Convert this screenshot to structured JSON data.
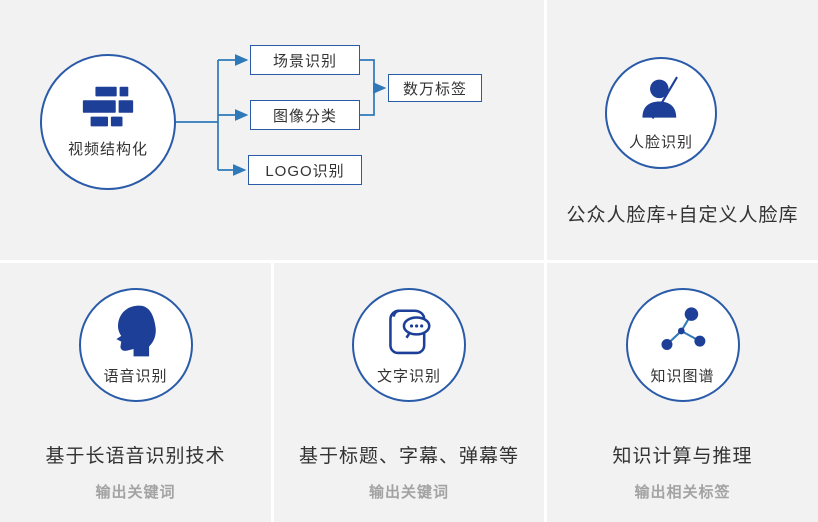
{
  "video_structuring": {
    "label": "视频结构化",
    "branches": [
      "场景识别",
      "图像分类",
      "LOGO识别"
    ],
    "output": "数万标签"
  },
  "face_recognition": {
    "label": "人脸识别",
    "description": "公众人脸库+自定义人脸库"
  },
  "speech_recognition": {
    "label": "语音识别",
    "description": "基于长语音识别技术",
    "note": "输出关键词"
  },
  "text_recognition": {
    "label": "文字识别",
    "description": "基于标题、字幕、弹幕等",
    "note": "输出关键词"
  },
  "knowledge_graph": {
    "label": "知识图谱",
    "description": "知识计算与推理",
    "note": "输出相关标签"
  },
  "icons": {
    "video_structuring": "video-blocks-icon",
    "face_recognition": "face-scan-icon",
    "speech_recognition": "head-profile-icon",
    "text_recognition": "scroll-chat-icon",
    "knowledge_graph": "network-nodes-icon"
  },
  "colors": {
    "accent_border": "#2a5ba8",
    "connector_blue": "#2e79b8",
    "icon_navy": "#1e3f97",
    "panel_bg": "#f2f2f3",
    "text_dark": "#333333",
    "text_muted": "#a3a3a3"
  }
}
